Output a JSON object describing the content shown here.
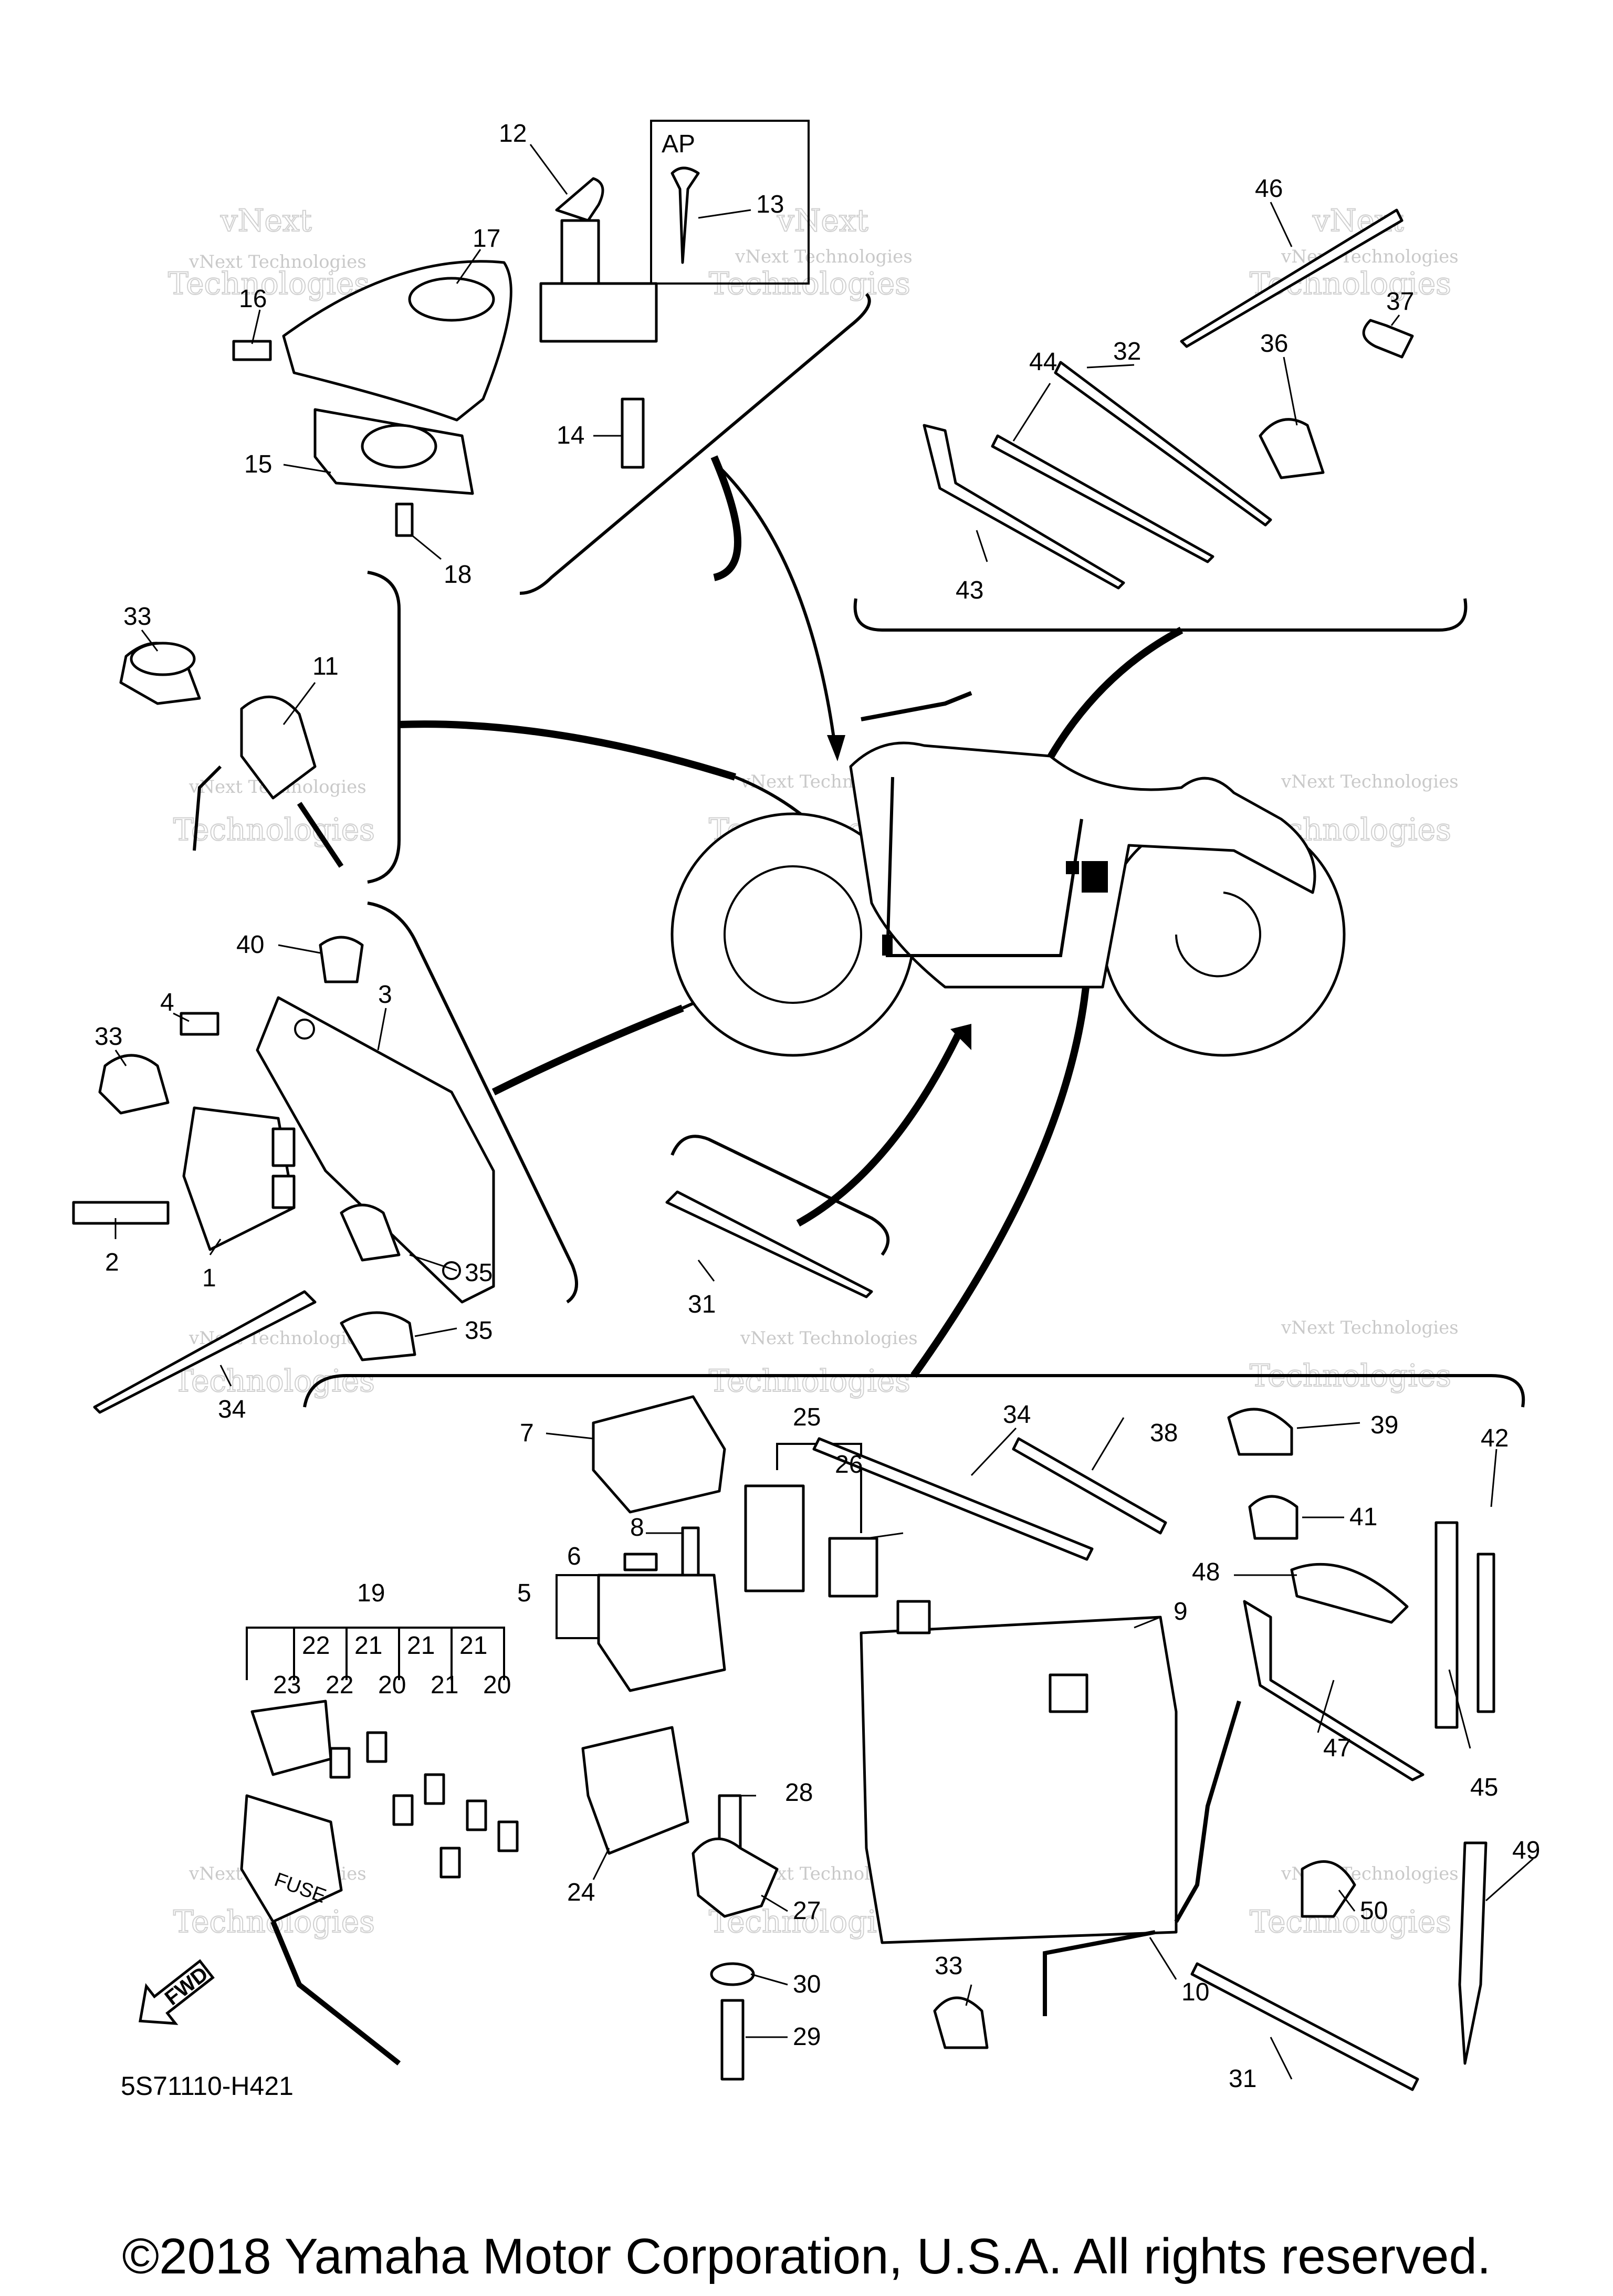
{
  "diagram": {
    "box_label": "AP",
    "part_code": "5S71110-H421",
    "fwd_label": "FWD",
    "fuse_label": "FUSE",
    "copyright": "©2018 Yamaha Motor Corporation, U.S.A. All rights reserved.",
    "watermark_small": "vNext Technologies",
    "watermark_large_1": "vNext",
    "watermark_large_2": "Technologies",
    "callouts": [
      {
        "id": "c12",
        "text": "12"
      },
      {
        "id": "c13",
        "text": "13"
      },
      {
        "id": "c17",
        "text": "17"
      },
      {
        "id": "c16",
        "text": "16"
      },
      {
        "id": "c15",
        "text": "15"
      },
      {
        "id": "c14",
        "text": "14"
      },
      {
        "id": "c18",
        "text": "18"
      },
      {
        "id": "c46",
        "text": "46"
      },
      {
        "id": "c37",
        "text": "37"
      },
      {
        "id": "c32",
        "text": "32"
      },
      {
        "id": "c44",
        "text": "44"
      },
      {
        "id": "c36",
        "text": "36"
      },
      {
        "id": "c43",
        "text": "43"
      },
      {
        "id": "c33a",
        "text": "33"
      },
      {
        "id": "c11",
        "text": "11"
      },
      {
        "id": "c40",
        "text": "40"
      },
      {
        "id": "c4",
        "text": "4"
      },
      {
        "id": "c3",
        "text": "3"
      },
      {
        "id": "c33b",
        "text": "33"
      },
      {
        "id": "c2",
        "text": "2"
      },
      {
        "id": "c1",
        "text": "1"
      },
      {
        "id": "c35a",
        "text": "35"
      },
      {
        "id": "c35b",
        "text": "35"
      },
      {
        "id": "c34a",
        "text": "34"
      },
      {
        "id": "c31a",
        "text": "31"
      },
      {
        "id": "c7",
        "text": "7"
      },
      {
        "id": "c25",
        "text": "25"
      },
      {
        "id": "c26",
        "text": "26"
      },
      {
        "id": "c34b",
        "text": "34"
      },
      {
        "id": "c38",
        "text": "38"
      },
      {
        "id": "c39",
        "text": "39"
      },
      {
        "id": "c42",
        "text": "42"
      },
      {
        "id": "c41",
        "text": "41"
      },
      {
        "id": "c8",
        "text": "8"
      },
      {
        "id": "c6",
        "text": "6"
      },
      {
        "id": "c5",
        "text": "5"
      },
      {
        "id": "c48",
        "text": "48"
      },
      {
        "id": "c9",
        "text": "9"
      },
      {
        "id": "c19",
        "text": "19"
      },
      {
        "id": "c22a",
        "text": "22"
      },
      {
        "id": "c21a",
        "text": "21"
      },
      {
        "id": "c21b",
        "text": "21"
      },
      {
        "id": "c21c",
        "text": "21"
      },
      {
        "id": "c23",
        "text": "23"
      },
      {
        "id": "c22b",
        "text": "22"
      },
      {
        "id": "c20a",
        "text": "20"
      },
      {
        "id": "c21d",
        "text": "21"
      },
      {
        "id": "c20b",
        "text": "20"
      },
      {
        "id": "c47",
        "text": "47"
      },
      {
        "id": "c45",
        "text": "45"
      },
      {
        "id": "c28",
        "text": "28"
      },
      {
        "id": "c24",
        "text": "24"
      },
      {
        "id": "c27",
        "text": "27"
      },
      {
        "id": "c49",
        "text": "49"
      },
      {
        "id": "c50",
        "text": "50"
      },
      {
        "id": "c33c",
        "text": "33"
      },
      {
        "id": "c30",
        "text": "30"
      },
      {
        "id": "c10",
        "text": "10"
      },
      {
        "id": "c29",
        "text": "29"
      },
      {
        "id": "c31b",
        "text": "31"
      }
    ]
  }
}
